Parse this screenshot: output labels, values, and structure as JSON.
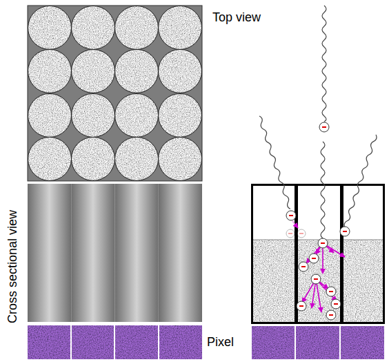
{
  "diagram": {
    "labels": [
      "Top view",
      "Cross sectional view",
      "Pixel"
    ]
  }
}
